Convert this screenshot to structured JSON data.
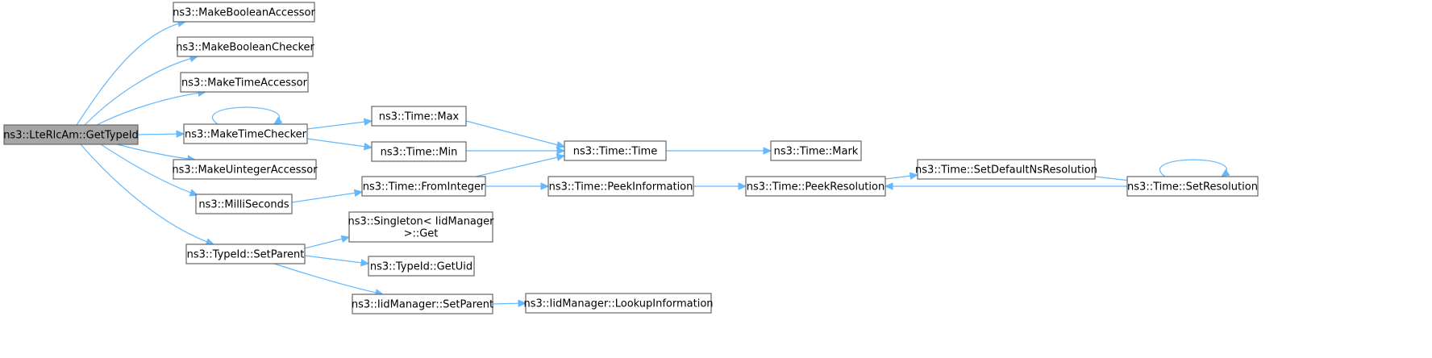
{
  "graph": {
    "root": "ns3::LteRlcAm::GetTypeId",
    "nodes": [
      {
        "id": "root",
        "lines": [
          "ns3::LteRlcAm::GetTypeId"
        ],
        "root": true
      },
      {
        "id": "mba",
        "lines": [
          "ns3::MakeBooleanAccessor"
        ]
      },
      {
        "id": "mbc",
        "lines": [
          "ns3::MakeBooleanChecker"
        ]
      },
      {
        "id": "mta",
        "lines": [
          "ns3::MakeTimeAccessor"
        ]
      },
      {
        "id": "mtc",
        "lines": [
          "ns3::MakeTimeChecker"
        ]
      },
      {
        "id": "mua",
        "lines": [
          "ns3::MakeUintegerAccessor"
        ]
      },
      {
        "id": "ms",
        "lines": [
          "ns3::MilliSeconds"
        ]
      },
      {
        "id": "tsp",
        "lines": [
          "ns3::TypeId::SetParent"
        ]
      },
      {
        "id": "tmax",
        "lines": [
          "ns3::Time::Max"
        ]
      },
      {
        "id": "tmin",
        "lines": [
          "ns3::Time::Min"
        ]
      },
      {
        "id": "tfi",
        "lines": [
          "ns3::Time::FromInteger"
        ]
      },
      {
        "id": "sget",
        "lines": [
          "ns3::Singleton< IidManager",
          ">::Get"
        ]
      },
      {
        "id": "guid",
        "lines": [
          "ns3::TypeId::GetUid"
        ]
      },
      {
        "id": "isp",
        "lines": [
          "ns3::IidManager::SetParent"
        ]
      },
      {
        "id": "ttime",
        "lines": [
          "ns3::Time::Time"
        ]
      },
      {
        "id": "tpi",
        "lines": [
          "ns3::Time::PeekInformation"
        ]
      },
      {
        "id": "ili",
        "lines": [
          "ns3::IidManager::LookupInformation"
        ]
      },
      {
        "id": "tmark",
        "lines": [
          "ns3::Time::Mark"
        ]
      },
      {
        "id": "tpr",
        "lines": [
          "ns3::Time::PeekResolution"
        ]
      },
      {
        "id": "tsdn",
        "lines": [
          "ns3::Time::SetDefaultNsResolution"
        ]
      },
      {
        "id": "tsr",
        "lines": [
          "ns3::Time::SetResolution"
        ]
      }
    ],
    "edges": [
      [
        "root",
        "mba"
      ],
      [
        "root",
        "mbc"
      ],
      [
        "root",
        "mta"
      ],
      [
        "root",
        "mtc"
      ],
      [
        "root",
        "mua"
      ],
      [
        "root",
        "ms"
      ],
      [
        "root",
        "tsp"
      ],
      [
        "mtc",
        "mtc"
      ],
      [
        "mtc",
        "tmax"
      ],
      [
        "mtc",
        "tmin"
      ],
      [
        "ms",
        "tfi"
      ],
      [
        "tsp",
        "sget"
      ],
      [
        "tsp",
        "guid"
      ],
      [
        "tsp",
        "isp"
      ],
      [
        "tmax",
        "ttime"
      ],
      [
        "tmin",
        "ttime"
      ],
      [
        "tfi",
        "ttime"
      ],
      [
        "tfi",
        "tpi"
      ],
      [
        "isp",
        "ili"
      ],
      [
        "ttime",
        "tmark"
      ],
      [
        "tpi",
        "tpr"
      ],
      [
        "tpr",
        "tsdn"
      ],
      [
        "tsdn",
        "tsr"
      ],
      [
        "tsr",
        "tpr"
      ],
      [
        "tsr",
        "tsr"
      ]
    ]
  },
  "colors": {
    "edge": "#63b8ff",
    "node_border": "#666666",
    "root_fill": "#a6a6a6",
    "node_fill": "#ffffff"
  }
}
